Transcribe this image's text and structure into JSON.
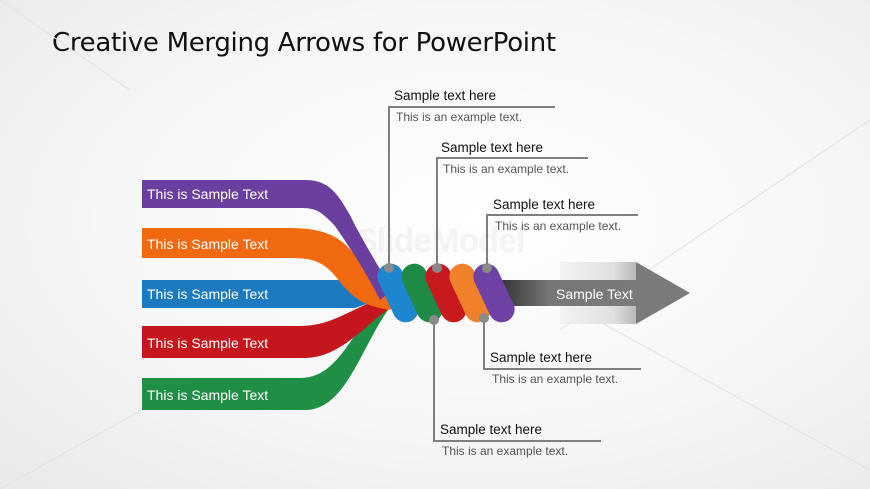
{
  "title": "Creative Merging Arrows for PowerPoint",
  "watermark": "SlideModel",
  "ribbons": [
    {
      "label": "This is Sample Text",
      "color": "#6B3FA0"
    },
    {
      "label": "This is Sample Text",
      "color": "#F26A10"
    },
    {
      "label": "This is Sample Text",
      "color": "#1C7BC0"
    },
    {
      "label": "This is Sample Text",
      "color": "#C4161C"
    },
    {
      "label": "This is Sample Text",
      "color": "#1F8F45"
    }
  ],
  "coils": [
    {
      "name": "blue",
      "color": "#1C86CF"
    },
    {
      "name": "green",
      "color": "#1F8A45"
    },
    {
      "name": "red",
      "color": "#C81A1E"
    },
    {
      "name": "orange",
      "color": "#F0802A"
    },
    {
      "name": "purple",
      "color": "#6E42A5"
    }
  ],
  "arrow": {
    "label": "Sample Text",
    "color": "#7A7A7A"
  },
  "callouts": [
    {
      "title": "Sample text here",
      "desc": "This is an example text."
    },
    {
      "title": "Sample text here",
      "desc": "This is an example text."
    },
    {
      "title": "Sample text here",
      "desc": "This is an example text."
    },
    {
      "title": "Sample text here",
      "desc": "This is an example text."
    },
    {
      "title": "Sample text here",
      "desc": "This is an example text."
    }
  ],
  "colors": {
    "connector": "#7F7F7F"
  }
}
